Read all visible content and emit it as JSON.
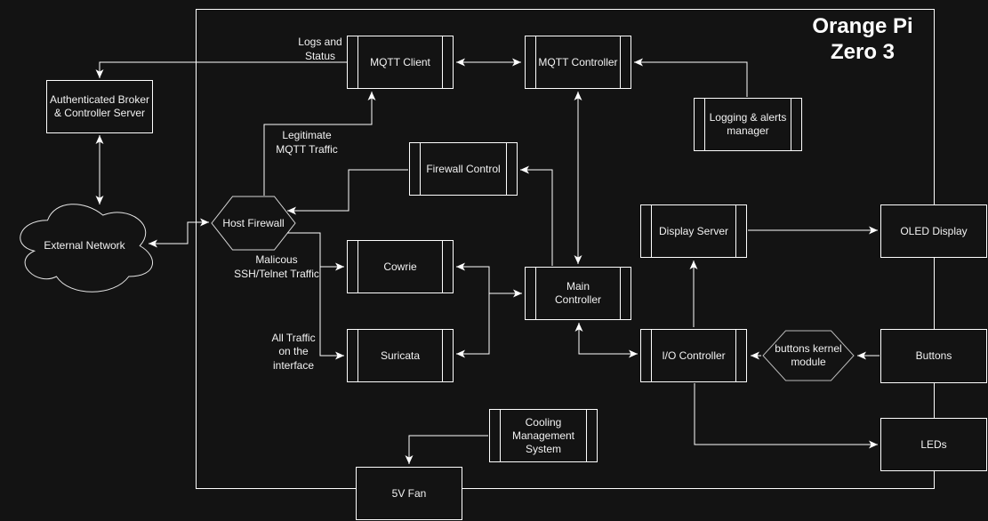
{
  "title": "Orange Pi\nZero 3",
  "nodes": {
    "auth_broker": "Authenticated Broker\n& Controller Server",
    "external_network": "External Network",
    "host_firewall": "Host Firewall",
    "mqtt_client": "MQTT Client",
    "mqtt_controller": "MQTT Controller",
    "logging_manager": "Logging & alerts\nmanager",
    "firewall_control": "Firewall Control",
    "cowrie": "Cowrie",
    "suricata": "Suricata",
    "main_controller": "Main\nController",
    "display_server": "Display Server",
    "oled_display": "OLED Display",
    "io_controller": "I/O Controller",
    "buttons_kernel_module": "buttons kernel\nmodule",
    "buttons": "Buttons",
    "leds": "LEDs",
    "cooling": "Cooling\nManagement\nSystem",
    "fan": "5V Fan"
  },
  "edge_labels": {
    "logs_status": "Logs and\nStatus",
    "legitimate": "Legitimate\nMQTT Traffic",
    "malicious": "Malicous\nSSH/Telnet Traffic",
    "all_traffic": "All Traffic\non the\ninterface"
  },
  "colors": {
    "background": "#131313",
    "line": "#ffffff",
    "text": "#f2f2f2",
    "host_firewall_stroke": "#d6d6d6",
    "kernel_module_stroke": "#b9b9b9",
    "cloud_stroke": "#e6e6e6"
  }
}
